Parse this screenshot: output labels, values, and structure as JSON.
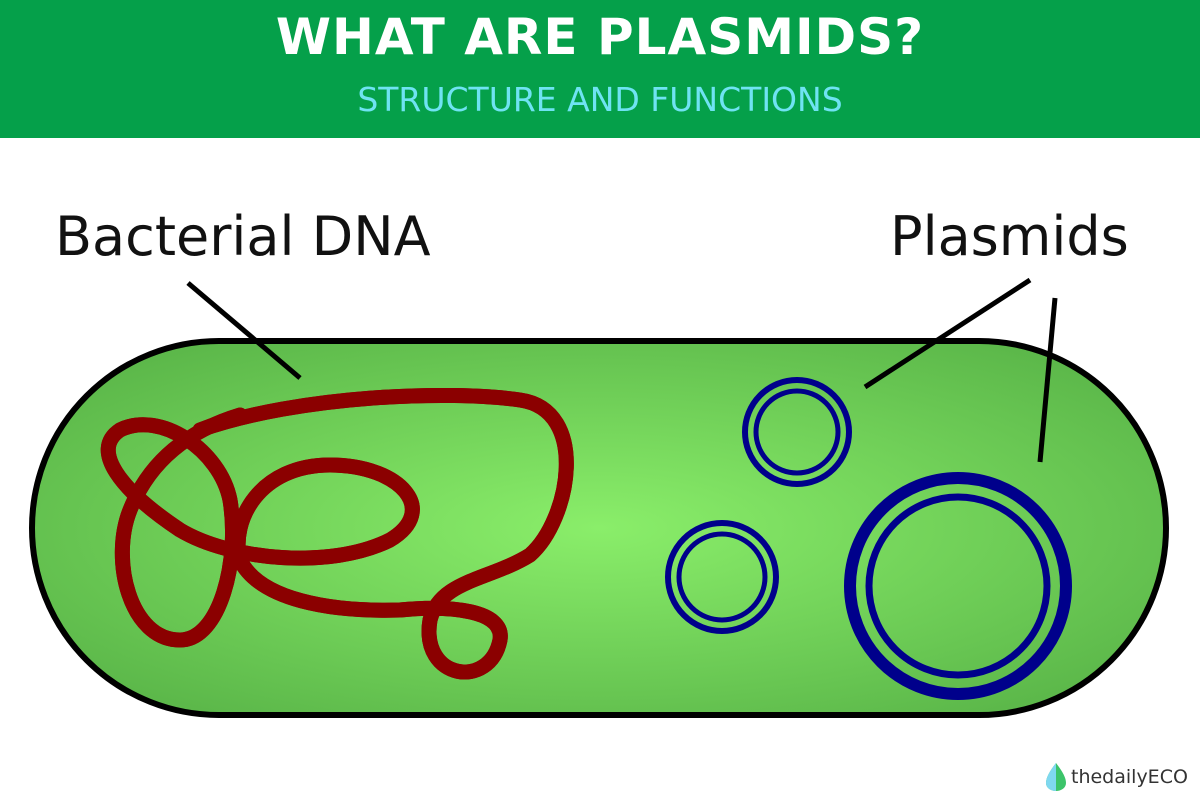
{
  "header": {
    "title": "WHAT ARE PLASMIDS?",
    "subtitle": "STRUCTURE AND FUNCTIONS"
  },
  "labels": {
    "bacterial_dna": "Bacterial DNA",
    "plasmids": "Plasmids"
  },
  "logo": {
    "text": "thedailyECO"
  },
  "colors": {
    "header": "#05a04a",
    "subtitle": "#6fe3f2",
    "cell": "#6cd254",
    "dna": "#8b0000",
    "plasmid": "#00008b"
  }
}
